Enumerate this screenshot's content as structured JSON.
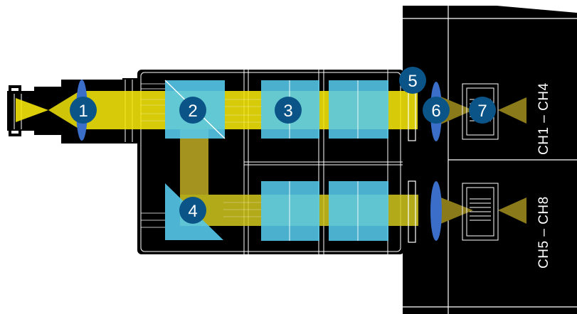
{
  "diagram": {
    "markers": [
      {
        "id": "1",
        "label": "1"
      },
      {
        "id": "2",
        "label": "2"
      },
      {
        "id": "3",
        "label": "3"
      },
      {
        "id": "4",
        "label": "4"
      },
      {
        "id": "5",
        "label": "5"
      },
      {
        "id": "6",
        "label": "6"
      },
      {
        "id": "7",
        "label": "7"
      }
    ],
    "channel_labels": {
      "upper": "CH1 – CH4",
      "lower": "CH5 – CH8"
    },
    "colors": {
      "housing": "#000000",
      "outline": "#ffffff",
      "beam": "#f4e60a",
      "filter": "#55c8ea",
      "lens": "#3a6ec8",
      "marker": "#0b5488",
      "detector_light": "#8a7a1a"
    }
  }
}
